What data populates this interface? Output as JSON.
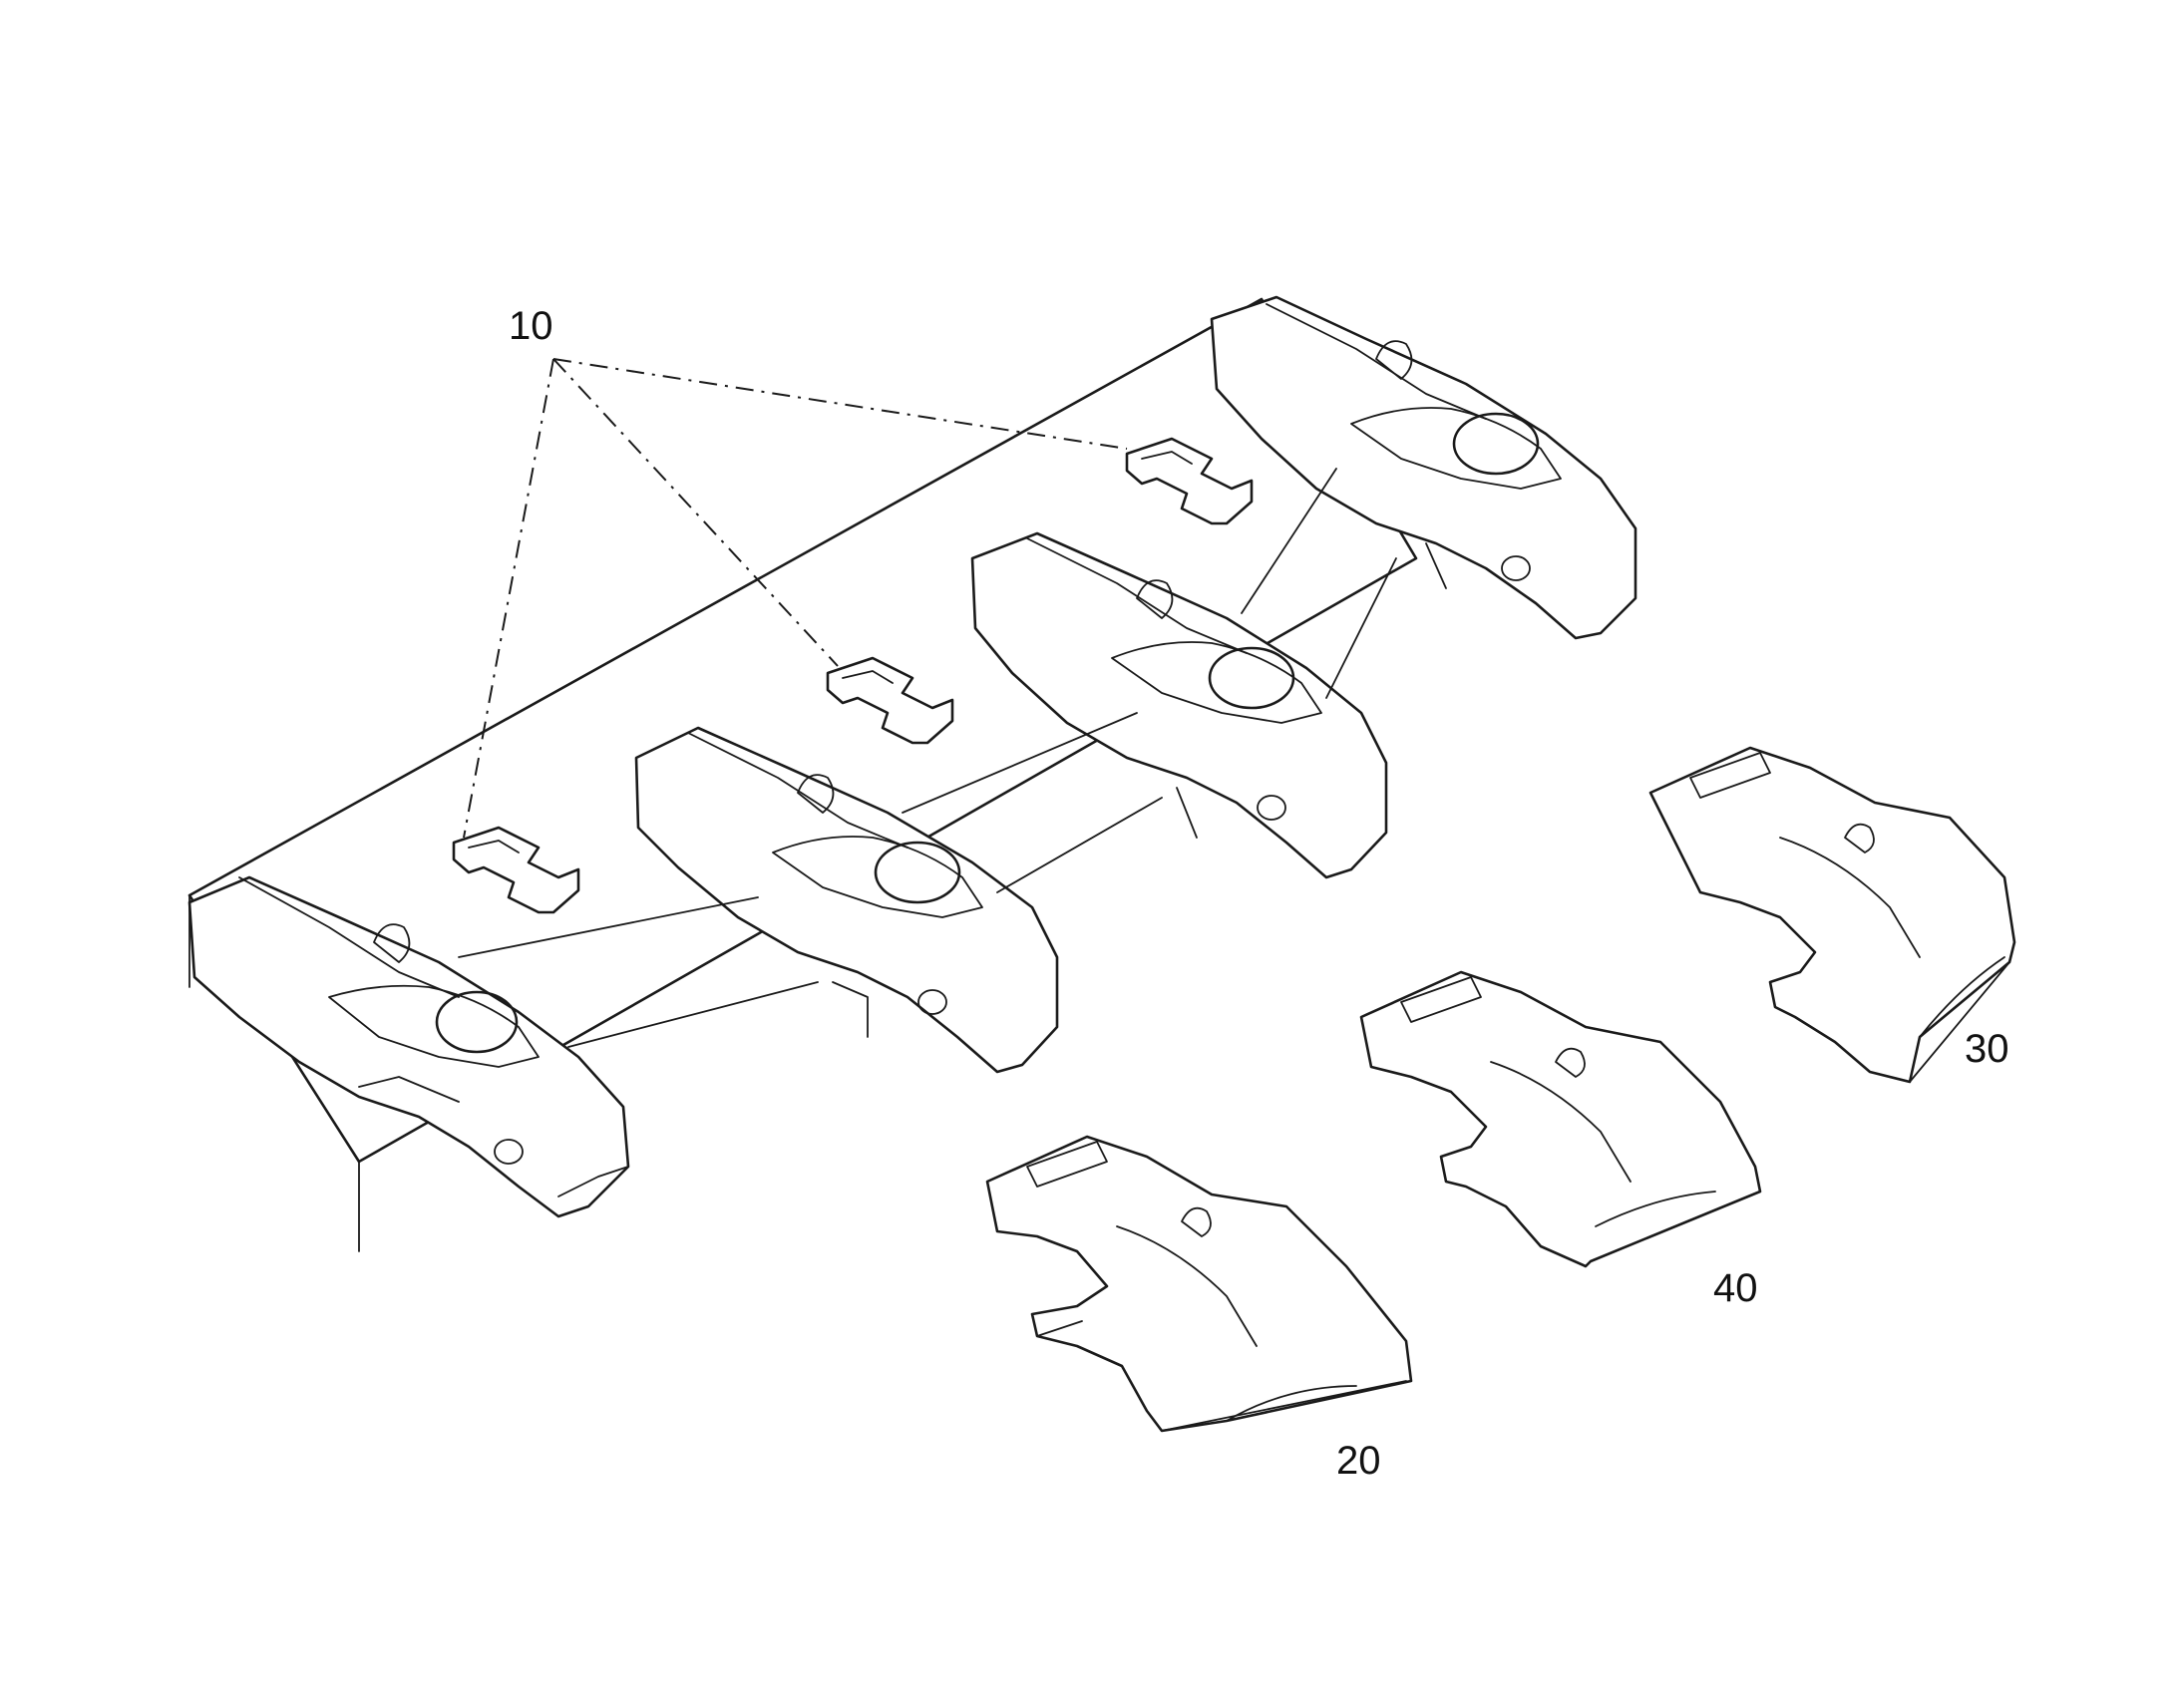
{
  "callouts": {
    "c10": "10",
    "c20": "20",
    "c30": "30",
    "c40": "40"
  },
  "colors": {
    "line": "#1a1a1a",
    "background": "#ffffff"
  }
}
